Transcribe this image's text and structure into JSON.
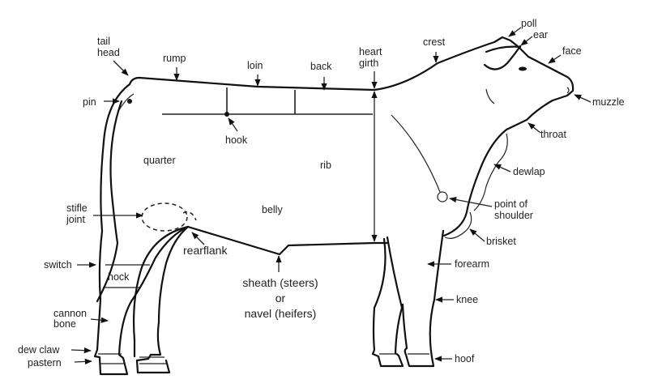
{
  "labels": {
    "tail_head_1": "tail",
    "tail_head_2": "head",
    "rump": "rump",
    "loin": "loin",
    "back": "back",
    "heart_girth_1": "heart",
    "heart_girth_2": "girth",
    "crest": "crest",
    "poll": "poll",
    "ear": "ear",
    "face": "face",
    "muzzle": "muzzle",
    "throat": "throat",
    "dewlap": "dewlap",
    "point_of_shoulder_1": "point of",
    "point_of_shoulder_2": "shoulder",
    "brisket": "brisket",
    "forearm": "forearm",
    "knee": "knee",
    "hoof": "hoof",
    "pin": "pin",
    "hook": "hook",
    "quarter": "quarter",
    "rib": "rib",
    "belly": "belly",
    "stifle_joint_1": "stifle",
    "stifle_joint_2": "joint",
    "rearflank": "rearflank",
    "switch": "switch",
    "hock": "hock",
    "cannon_bone_1": "cannon",
    "cannon_bone_2": "bone",
    "dew_claw": "dew claw",
    "pastern": "pastern",
    "sheath_1": "sheath (steers)",
    "sheath_2": "or",
    "sheath_3": "navel (heifers)"
  }
}
